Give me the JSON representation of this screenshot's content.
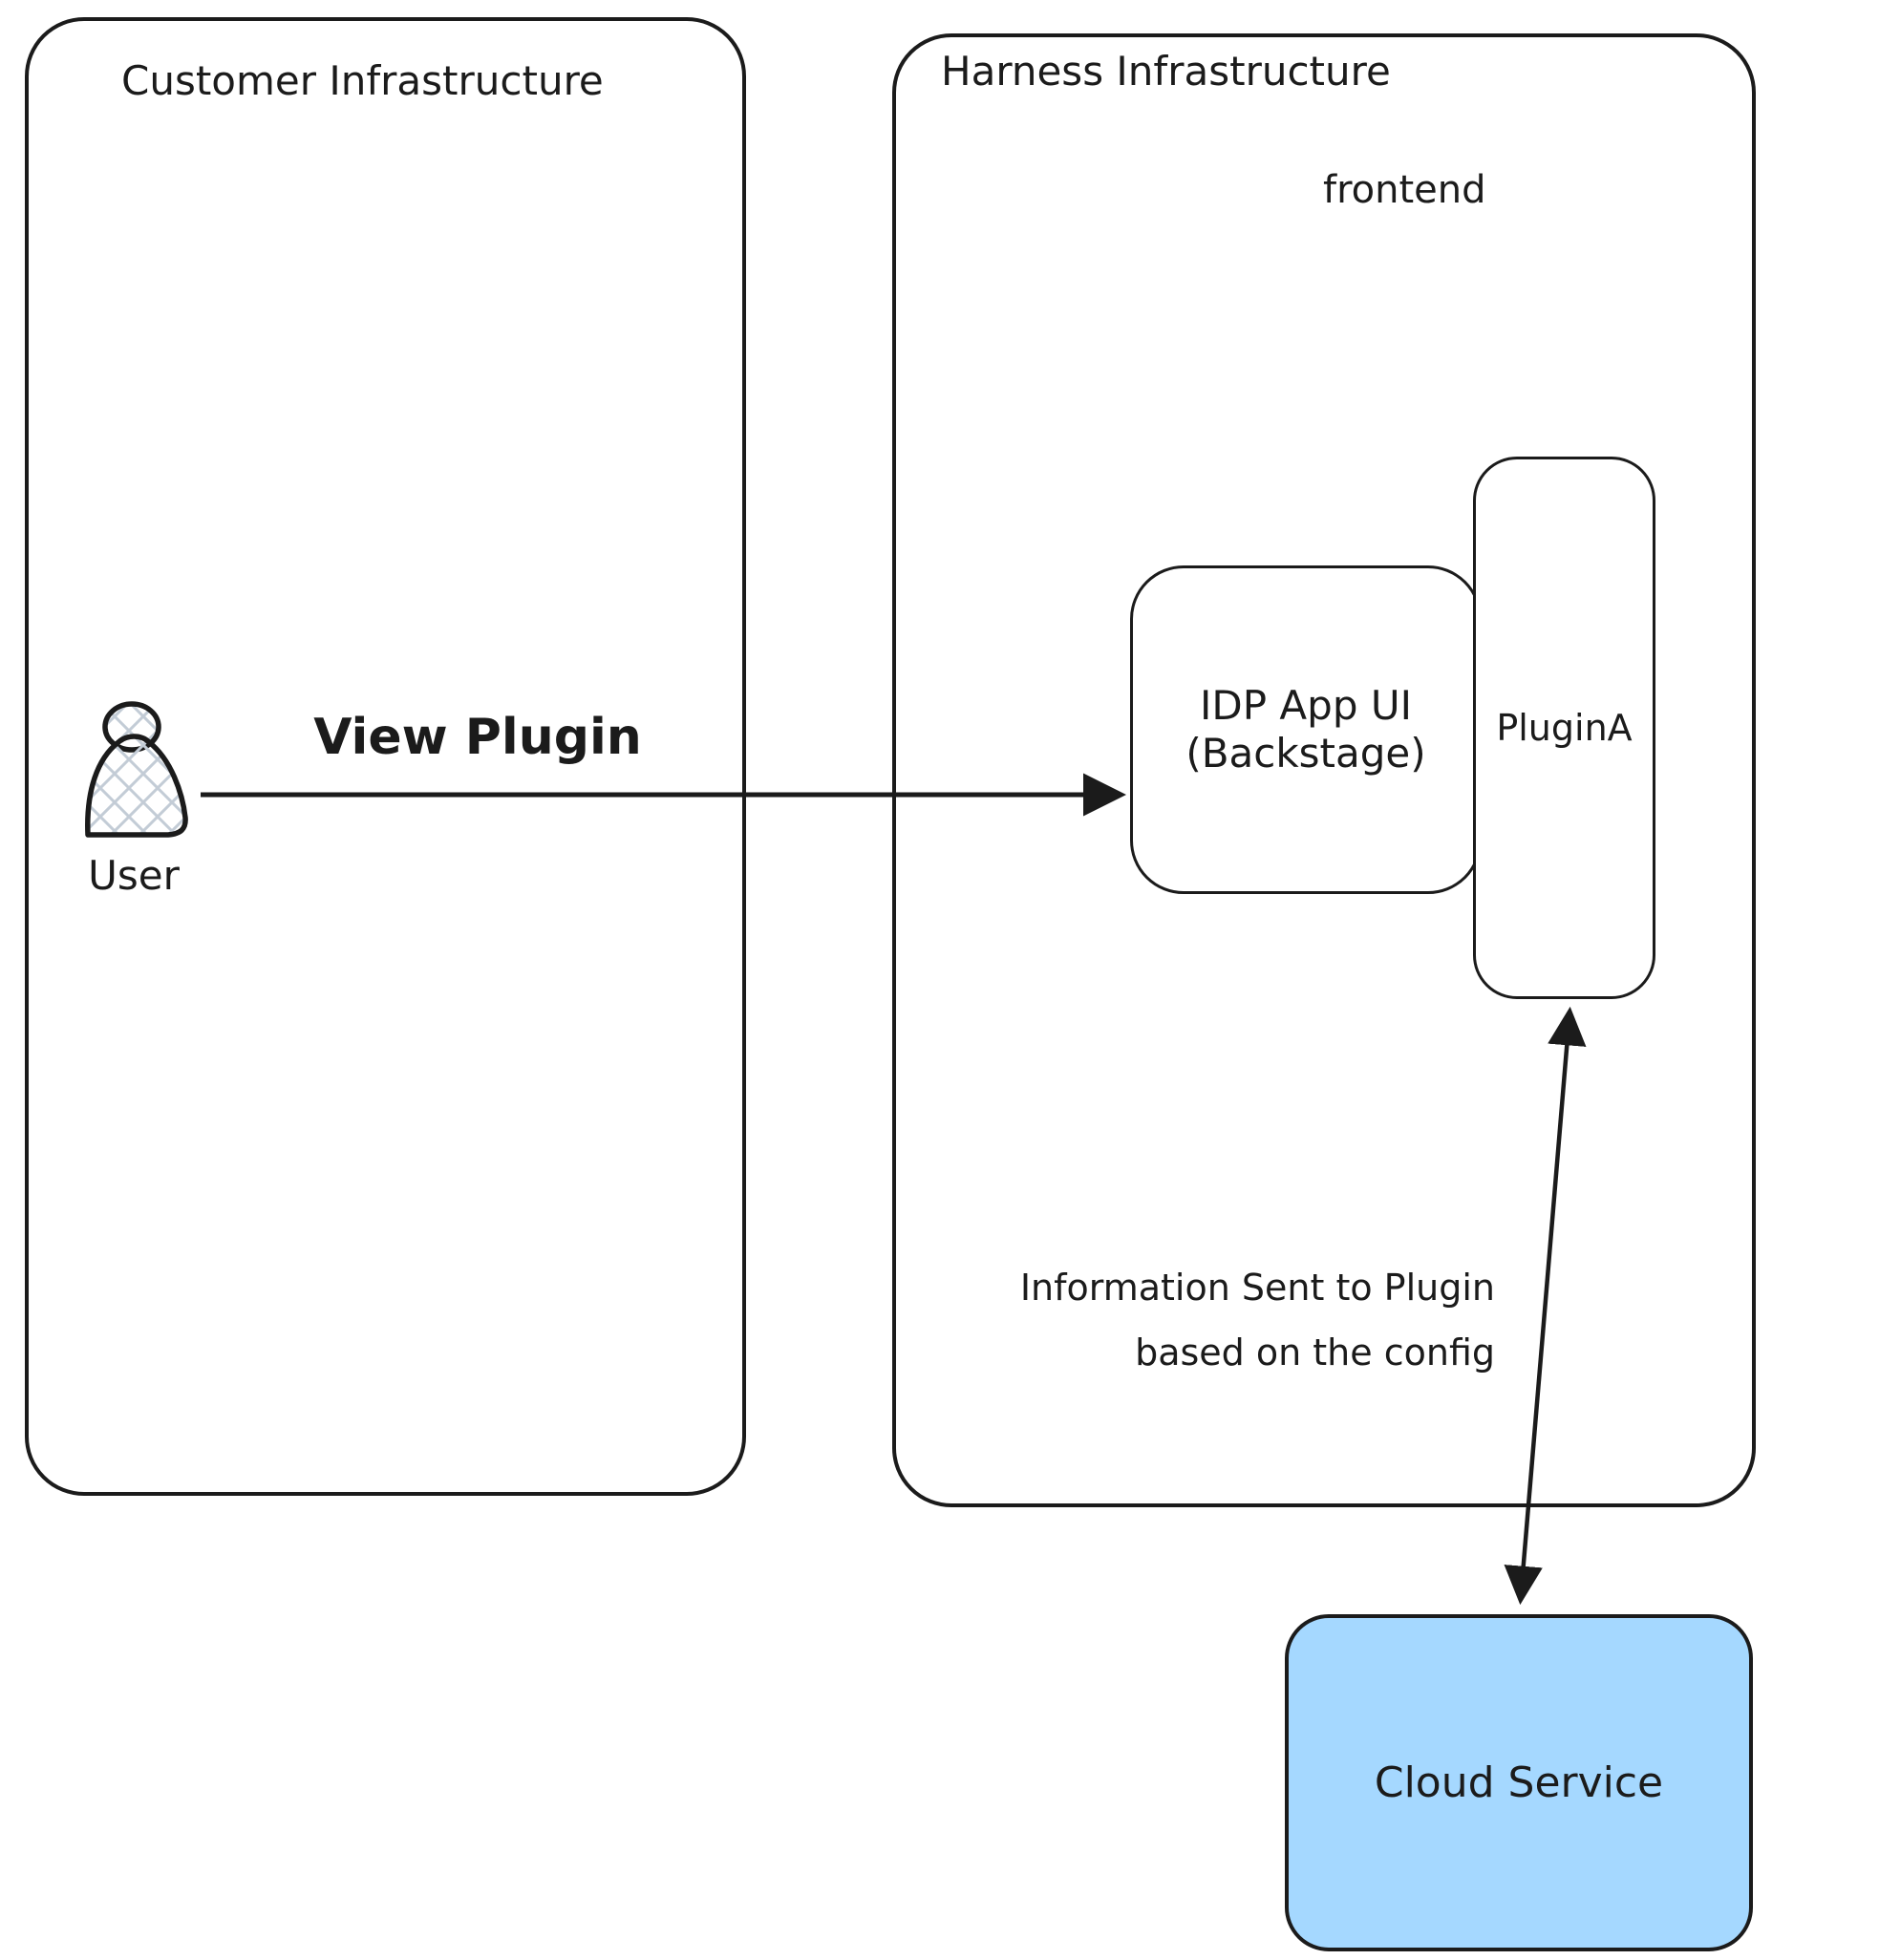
{
  "canvas": {
    "background": "#ffffff",
    "stroke_color": "#1b1b1b",
    "hatch_color": "#c3ccd6"
  },
  "groups": {
    "customer": {
      "title": "Customer Infrastructure"
    },
    "harness": {
      "title": "Harness Infrastructure",
      "region_label": "frontend"
    }
  },
  "nodes": {
    "user": {
      "label": "User"
    },
    "idp_app": {
      "line1": "IDP App UI",
      "line2": "(Backstage)"
    },
    "plugin_a": {
      "label": "PluginA"
    },
    "cloud_service": {
      "label": "Cloud Service",
      "fill": "#a5d8ff"
    }
  },
  "edges": {
    "view_plugin": {
      "label": "View Plugin",
      "from": "User",
      "to": "IDP App UI (Backstage)",
      "bidirectional": false
    },
    "info_to_plugin": {
      "label_line1": "Information Sent to Plugin",
      "label_line2": "based on the config",
      "from": "PluginA",
      "to": "Cloud Service",
      "bidirectional": true
    }
  }
}
